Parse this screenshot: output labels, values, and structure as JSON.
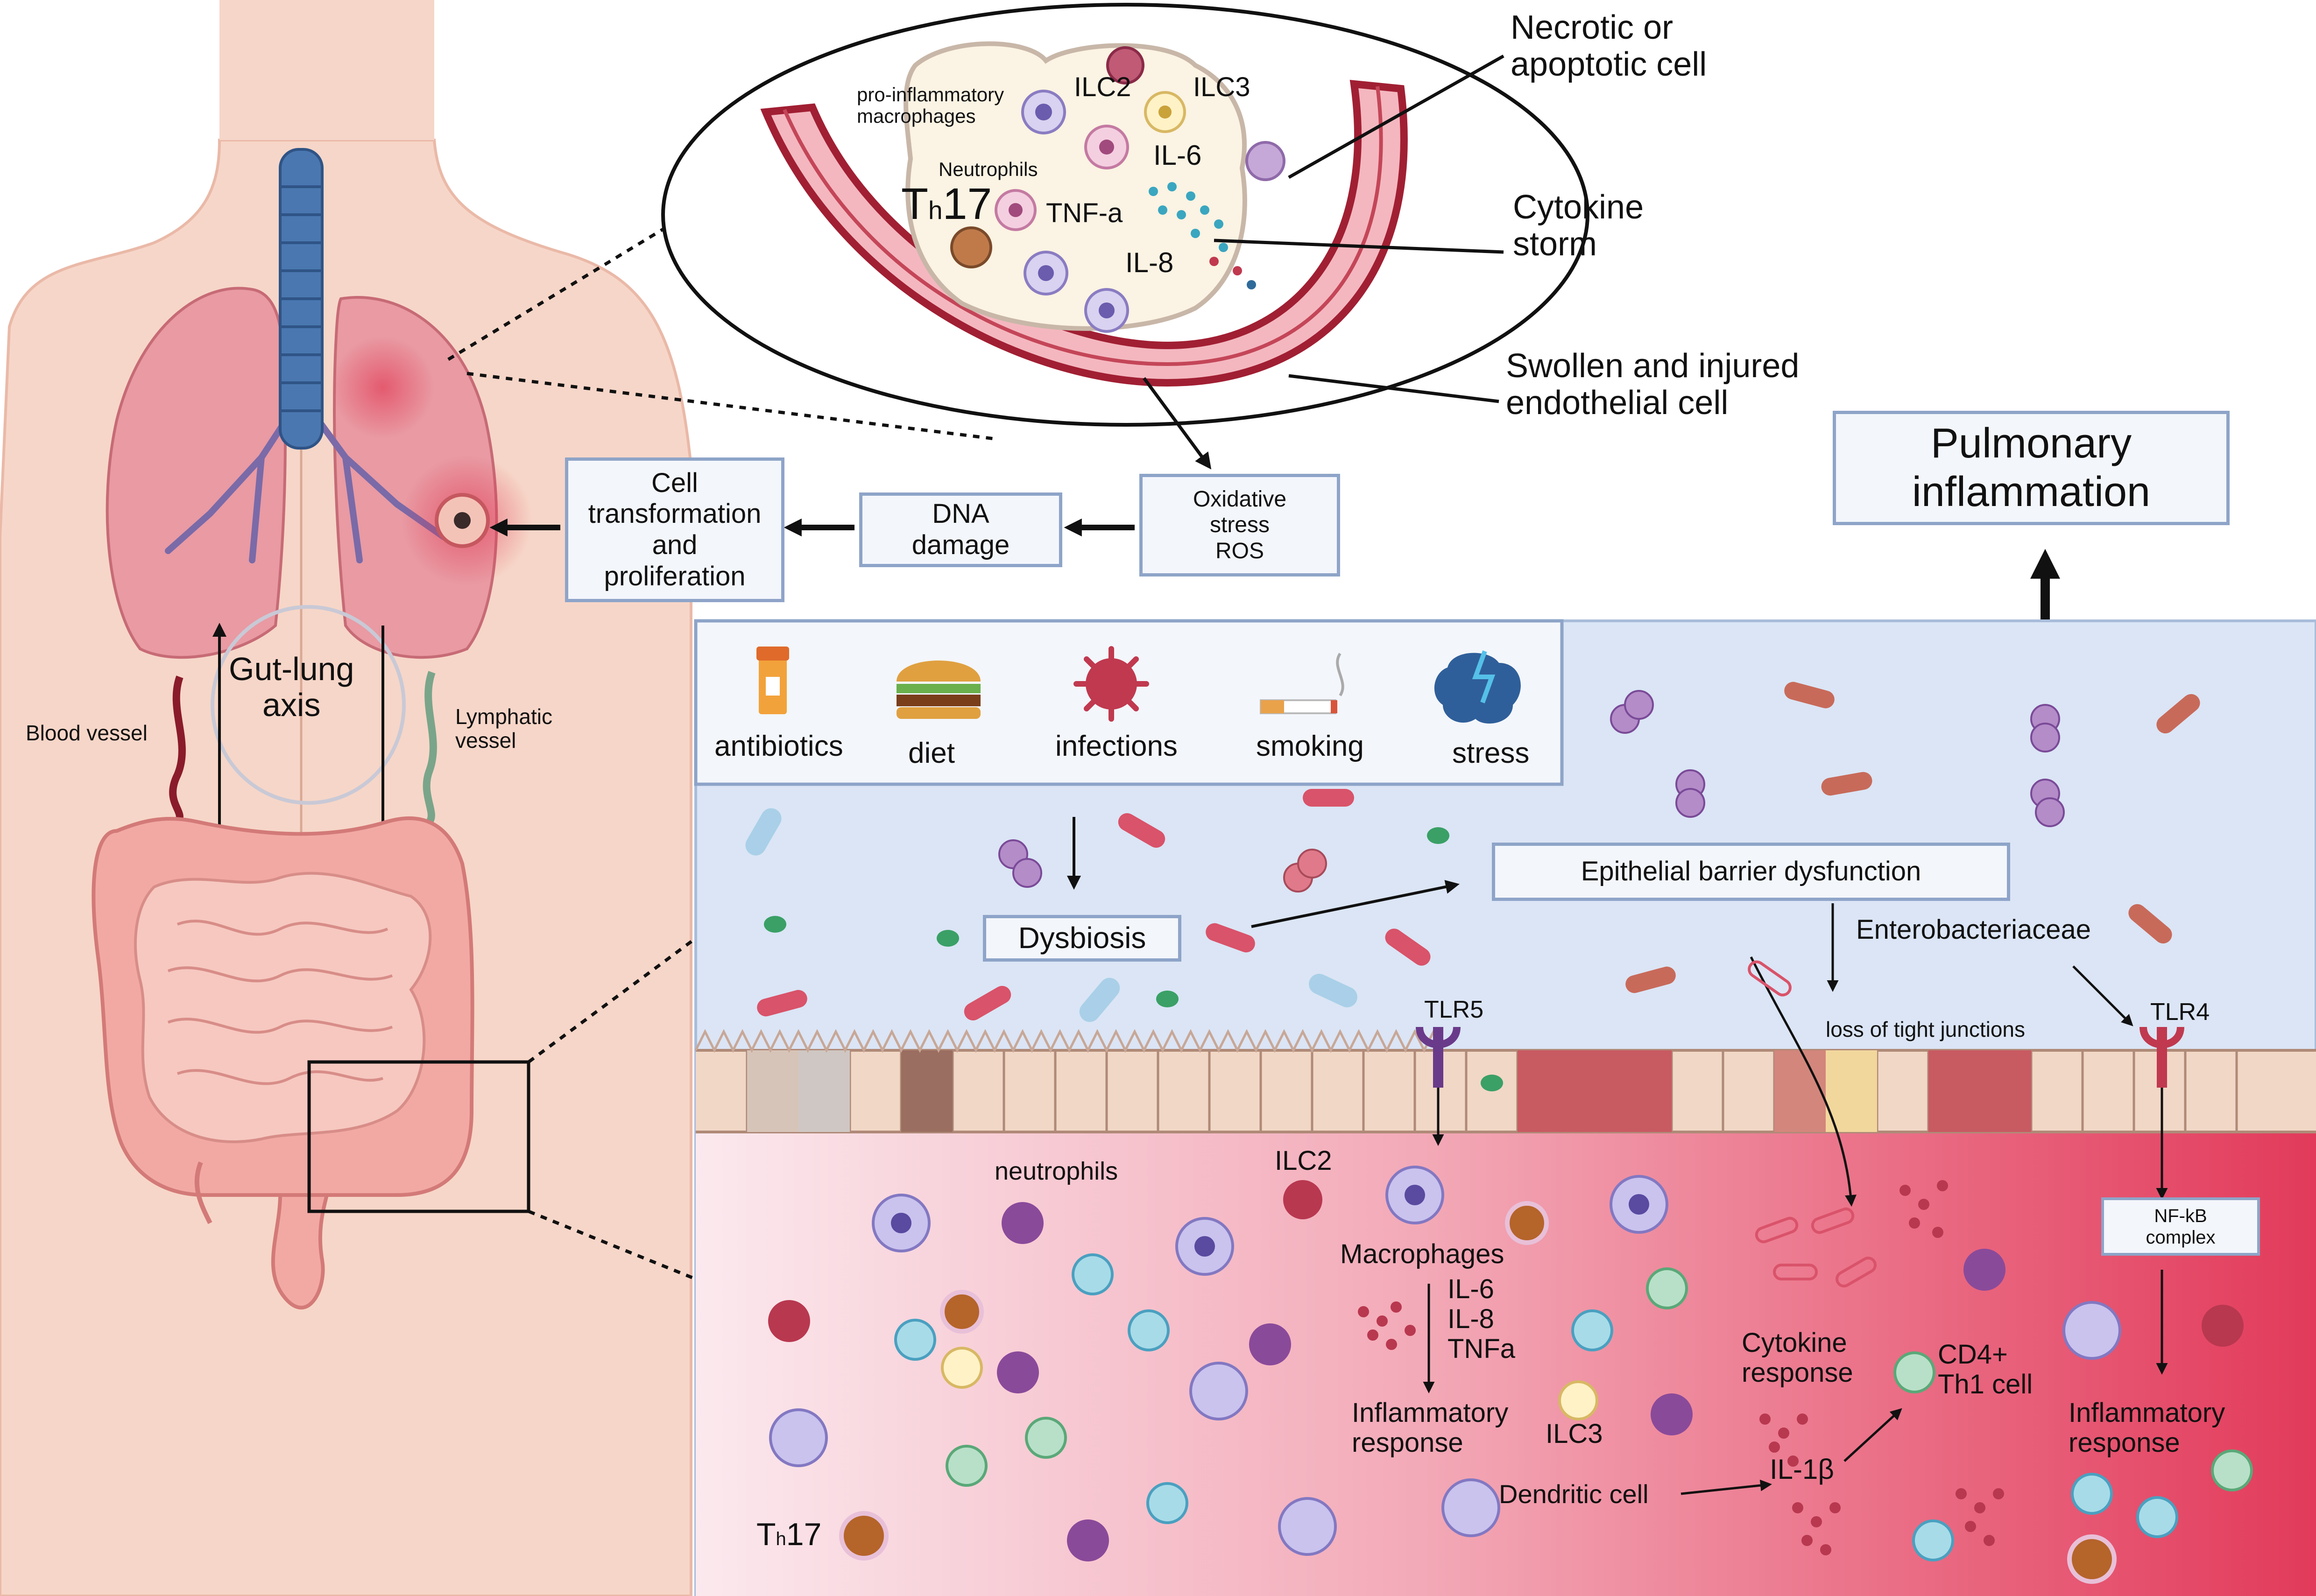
{
  "insets": {
    "lung": {
      "cells": {
        "pro_inflammatory_macrophages": [
          "pro-inflammatory",
          "macrophages"
        ],
        "ilc2": "ILC2",
        "ilc3": "ILC3",
        "neutrophils": "Neutrophils",
        "th17_main": "T",
        "th17_sub": "h",
        "th17_num": "17",
        "il6": "IL-6",
        "tnfa": "TNF-a",
        "il8": "IL-8"
      },
      "callouts": {
        "necrotic": [
          "Necrotic or",
          "apoptotic cell"
        ],
        "cytokine_storm": [
          "Cytokine",
          "storm"
        ],
        "endothelial": [
          "Swollen and injured",
          "endothelial cell"
        ]
      }
    },
    "gut": {
      "factors": [
        "antibiotics",
        "diet",
        "infections",
        "smoking",
        "stress"
      ],
      "dysbiosis": "Dysbiosis",
      "epithelial_barrier": "Epithelial barrier dysfunction",
      "enterobacteriaceae": "Enterobacteriaceae",
      "tlr5": "TLR5",
      "tlr4": "TLR4",
      "tight_junctions": "loss of tight junctions",
      "neutrophils": "neutrophils",
      "ilc2": "ILC2",
      "ilc3": "ILC3",
      "macrophages": "Macrophages",
      "cytokines": [
        "IL-6",
        "IL-8",
        "TNFa"
      ],
      "inflammatory_response_1": [
        "Inflammatory",
        "response"
      ],
      "cytokine_response": [
        "Cytokine",
        "response"
      ],
      "cd4": [
        "CD4+",
        "Th1 cell"
      ],
      "il1b": "IL-1β",
      "dendritic_cell": "Dendritic cell",
      "nfkb": [
        "NF-kB",
        "complex"
      ],
      "inflammatory_response_2": [
        "Inflammatory",
        "response"
      ],
      "th17_main": "T",
      "th17_sub": "h",
      "th17_num": "17"
    }
  },
  "body": {
    "gut_lung_axis": [
      "Gut-lung",
      "axis"
    ],
    "blood_vessel": "Blood vessel",
    "lymphatic_vessel": [
      "Lymphatic",
      "vessel"
    ]
  },
  "flow": {
    "oxidative_stress": [
      "Oxidative",
      "stress",
      "ROS"
    ],
    "dna_damage": [
      "DNA",
      "damage"
    ],
    "cell_transformation": [
      "Cell",
      "transformation",
      "and",
      "proliferation"
    ],
    "pulmonary_inflammation": [
      "Pulmonary",
      "inflammation"
    ]
  },
  "colors": {
    "skin": "#f6d6c8",
    "lung": "#e99aa3",
    "trachea": "#4a77b0",
    "intestine": "#f2a9a4",
    "gut_bg": "#dbe5f5",
    "lumen_pink": "#e8405f",
    "vessel_red": "#b3273a",
    "box_border": "#8ea4c8"
  }
}
